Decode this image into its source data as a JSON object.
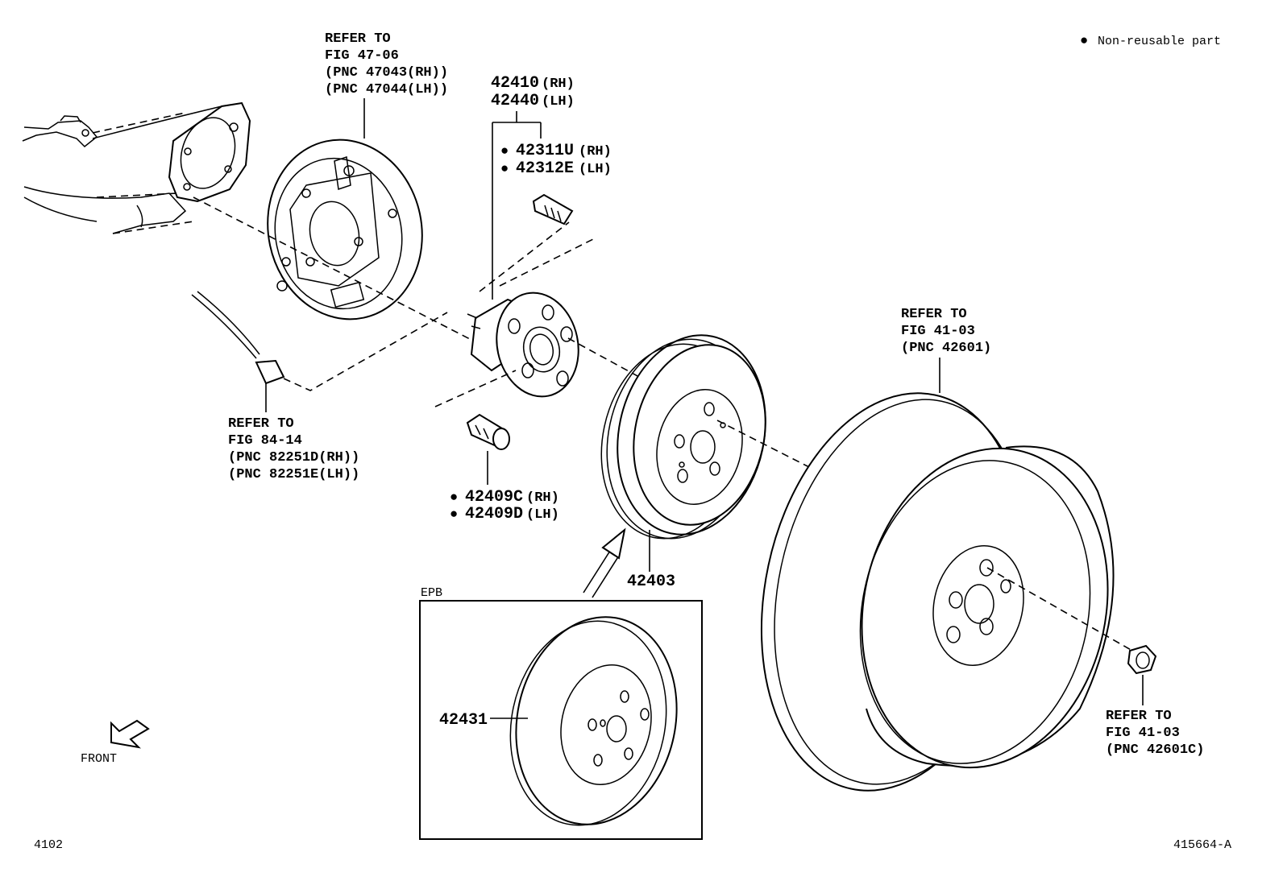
{
  "legend": {
    "marker": "●",
    "text": "Non-reusable part"
  },
  "callouts": {
    "backing_plate_ref": [
      "REFER TO",
      "FIG 47-06",
      "(PNC 47043(RH))",
      "(PNC 47044(LH))"
    ],
    "hub_assy": {
      "rh": "42410",
      "rh_suffix": "(RH)",
      "lh": "42440",
      "lh_suffix": "(LH)"
    },
    "hub_bolt": {
      "rh": "42311U",
      "rh_suffix": "(RH)",
      "lh": "42312E",
      "lh_suffix": "(LH)"
    },
    "sensor_ref": [
      "REFER TO",
      "FIG 84-14",
      "(PNC 82251D(RH))",
      "(PNC 82251E(LH))"
    ],
    "hub_nut_bolt": {
      "rh": "42409C",
      "rh_suffix": "(RH)",
      "lh": "42409D",
      "lh_suffix": "(LH)"
    },
    "brake_drum": "42403",
    "wheel_ref": [
      "REFER TO",
      "FIG 41-03",
      "(PNC 42601)"
    ],
    "wheel_nut_ref": [
      "REFER TO",
      "FIG 41-03",
      "(PNC 42601C)"
    ],
    "epb_box_label": "EPB",
    "disc": "42431",
    "front_label": "FRONT"
  },
  "footer": {
    "left_code": "4102",
    "right_code": "415664-A"
  },
  "colors": {
    "ink": "#000000",
    "paper": "#ffffff"
  }
}
